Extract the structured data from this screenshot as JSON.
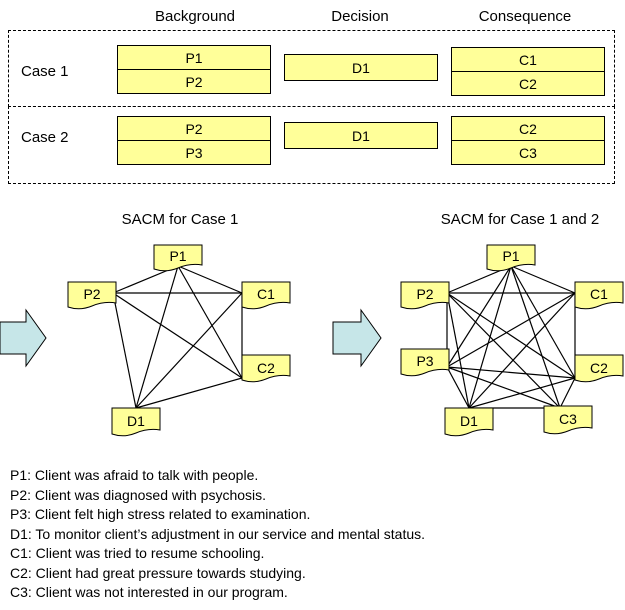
{
  "table": {
    "headers": {
      "background": "Background",
      "decision": "Decision",
      "consequence": "Consequence"
    },
    "cases": [
      {
        "label": "Case 1",
        "background": [
          "P1",
          "P2"
        ],
        "decision": "D1",
        "consequence": [
          "C1",
          "C2"
        ]
      },
      {
        "label": "Case 2",
        "background": [
          "P2",
          "P3"
        ],
        "decision": "D1",
        "consequence": [
          "C2",
          "C3"
        ]
      }
    ]
  },
  "graphs": {
    "left": {
      "title": "SACM for Case 1",
      "nodes": [
        "P1",
        "P2",
        "C1",
        "C2",
        "D1"
      ]
    },
    "right": {
      "title": "SACM for Case 1 and 2",
      "nodes": [
        "P1",
        "P2",
        "C1",
        "P3",
        "C2",
        "D1",
        "C3"
      ]
    }
  },
  "legend": [
    "P1: Client was afraid to talk with people.",
    "P2: Client was diagnosed with psychosis.",
    "P3: Client felt high stress related to examination.",
    "D1: To monitor client’s adjustment in our service and mental status.",
    "C1: Client was tried to resume schooling.",
    "C2: Client had great pressure towards studying.",
    "C3: Client was not interested in our program."
  ],
  "colors": {
    "card_fill": "#ffff99",
    "arrow_fill": "#c6e6e8"
  }
}
